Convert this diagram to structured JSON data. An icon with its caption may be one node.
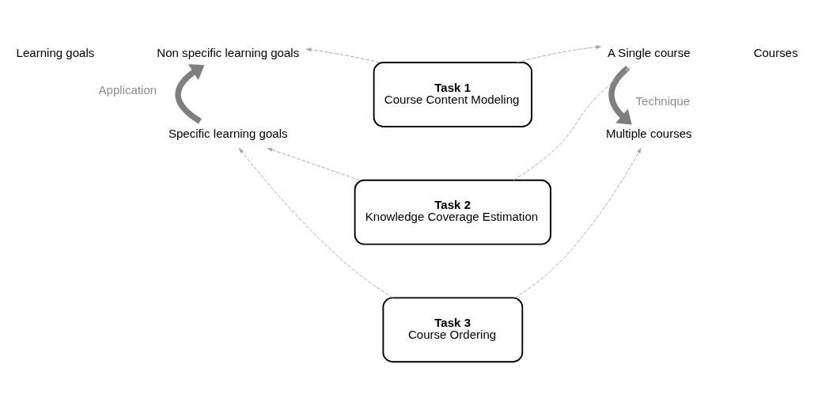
{
  "diagram": {
    "nodes": [
      {
        "text": [
          "Task 1",
          "Course Content Modeling"
        ]
      },
      {
        "text": [
          "Non specific learning goals"
        ]
      },
      {
        "text": [
          "A Single course"
        ]
      },
      {
        "text": [
          "Task 2",
          "Knowledge Coverage Estimation"
        ]
      },
      {
        "text": [
          "Specific learning goals"
        ]
      },
      {
        "text": [
          "Multiple courses"
        ]
      },
      {
        "text": [
          "Task 3",
          "Course Ordering"
        ]
      }
    ],
    "edges": [
      {
        "from": 0,
        "to": 1,
        "arrow": "to",
        "style": "dashed"
      },
      {
        "from": 0,
        "to": 2,
        "arrow": "to",
        "style": "dashed"
      },
      {
        "from": 3,
        "to": 2,
        "arrow": "to",
        "style": "dashed"
      },
      {
        "from": 3,
        "to": 4,
        "arrow": "to",
        "style": "dashed"
      },
      {
        "from": 6,
        "to": 4,
        "arrow": "to",
        "style": "dashed"
      },
      {
        "from": 6,
        "to": 5,
        "arrow": "to",
        "style": "dashed"
      },
      {
        "from": 4,
        "to": 1,
        "arrow": "to",
        "style": "thick",
        "color": "#7f7f7f",
        "label": "Application"
      },
      {
        "from": 2,
        "to": 5,
        "arrow": "to",
        "style": "thick",
        "color": "#7f7f7f",
        "label": "Technique"
      }
    ],
    "labels": [
      "Learning goals",
      "Courses"
    ]
  }
}
